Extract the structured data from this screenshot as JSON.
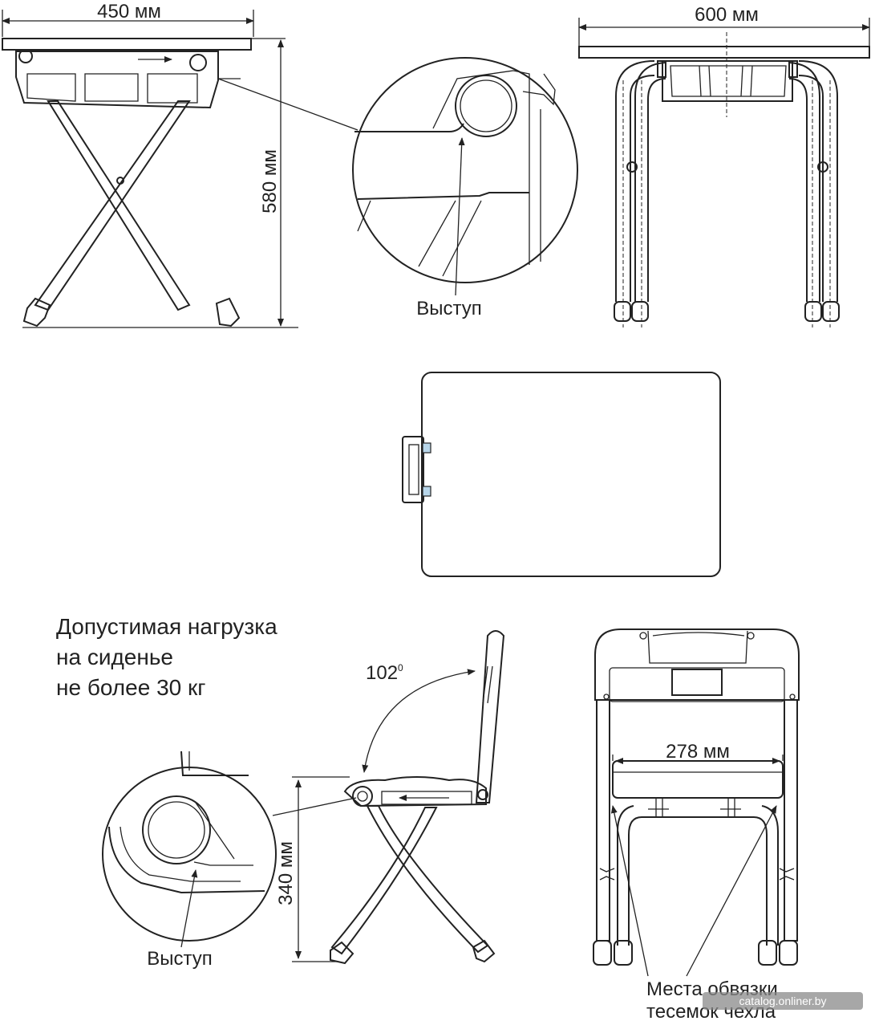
{
  "dimensions": {
    "table_depth": "450 мм",
    "table_width": "600 мм",
    "table_height": "580 мм",
    "seat_height": "340 мм",
    "seat_width": "278 мм",
    "back_angle": "102",
    "back_angle_unit": "0"
  },
  "callouts": {
    "protrusion_table": "Выступ",
    "protrusion_chair": "Выступ",
    "tie_points_line1": "Места обвязки",
    "tie_points_line2": "тесемок чехла"
  },
  "load_note": {
    "line1": "Допустимая нагрузка",
    "line2": "на сиденье",
    "line3": "не более 30 кг"
  },
  "watermark": "catalog.onliner.by",
  "colors": {
    "ink": "#222222",
    "clip_accent": "#b8d6ea"
  }
}
